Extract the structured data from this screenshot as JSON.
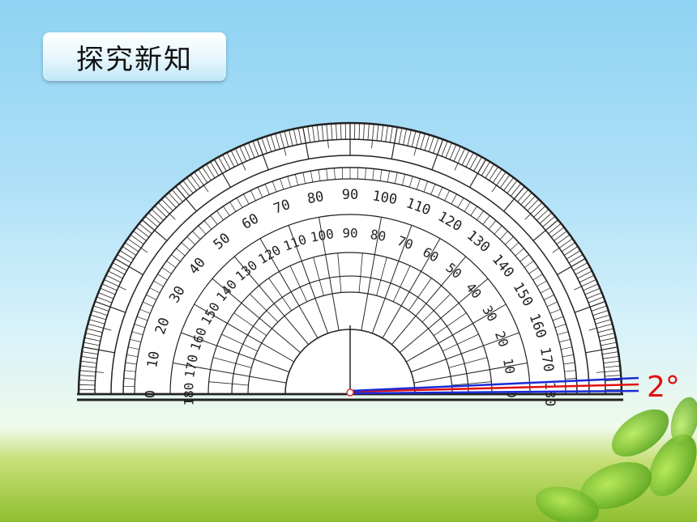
{
  "slide": {
    "title": "探究新知",
    "angle_label": "2°"
  },
  "protractor": {
    "outer_scale_labels": [
      "0",
      "10",
      "20",
      "30",
      "40",
      "50",
      "60",
      "70",
      "80",
      "90",
      "100",
      "110",
      "120",
      "130",
      "140",
      "150",
      "160",
      "170",
      "180"
    ],
    "inner_scale_labels": [
      "180",
      "170",
      "160",
      "150",
      "140",
      "130",
      "120",
      "110",
      "100",
      "90",
      "80",
      "70",
      "60",
      "50",
      "40",
      "30",
      "20",
      "10",
      "0"
    ],
    "measured_angle_degrees": 2
  },
  "colors": {
    "angle_label": "#e01010",
    "angle_ray_blue": "#1a2bd6",
    "angle_ray_red": "#e01010",
    "protractor_ink": "#222222",
    "protractor_fill": "#ffffff"
  }
}
